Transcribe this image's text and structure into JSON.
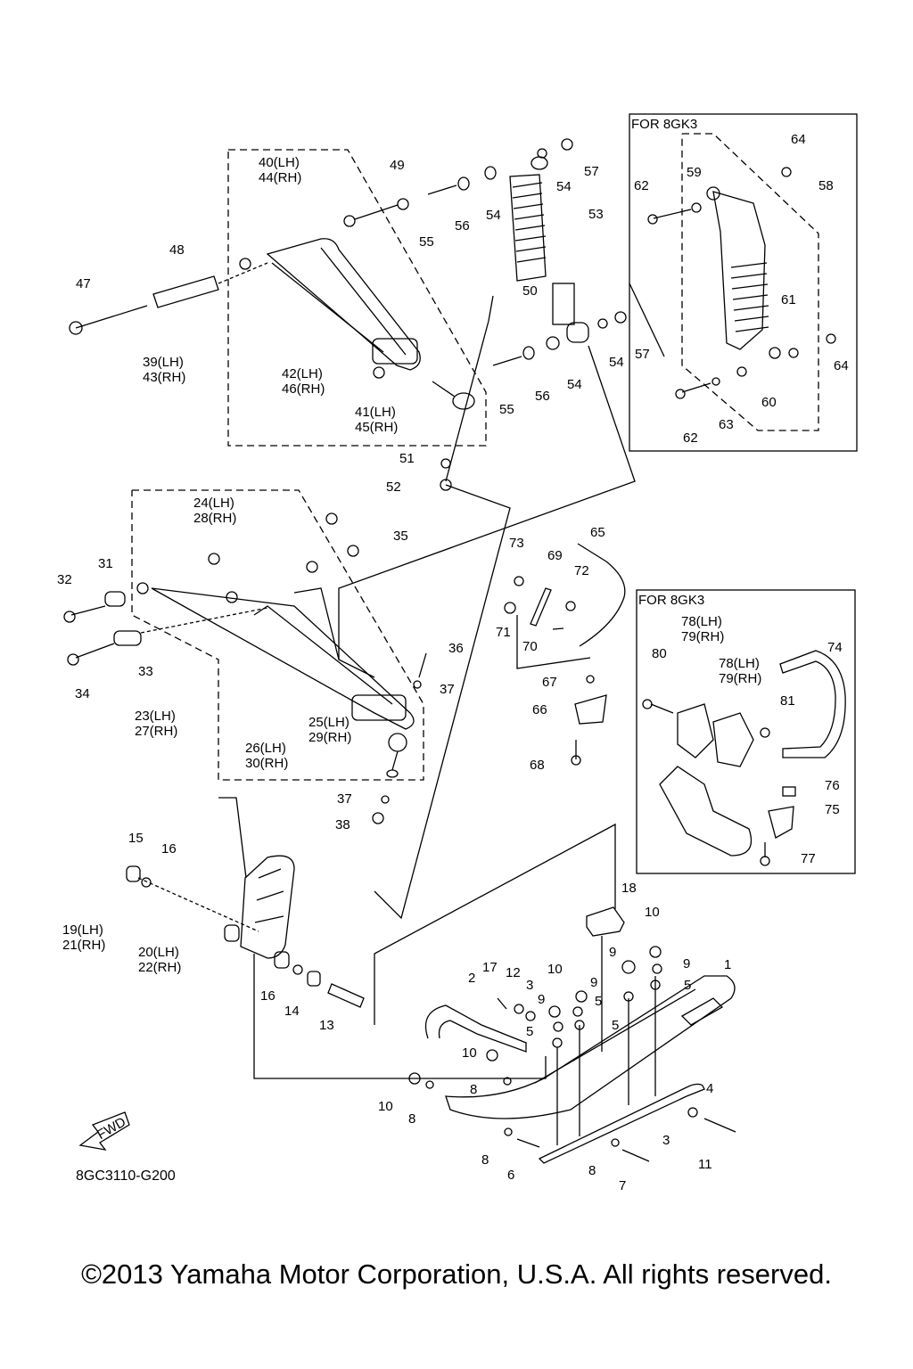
{
  "diagram_code": "8GC3110-G200",
  "copyright": "©2013 Yamaha Motor Corporation, U.S.A. All rights reserved.",
  "fwd_label": "FWD",
  "insets": [
    {
      "id": "shock",
      "title": "FOR 8GK3"
    },
    {
      "id": "ski",
      "title": "FOR 8GK3"
    }
  ],
  "callouts": [
    {
      "id": "40lh",
      "text": "40(LH)"
    },
    {
      "id": "44rh",
      "text": "44(RH)"
    },
    {
      "id": "49",
      "text": "49"
    },
    {
      "id": "57a",
      "text": "57"
    },
    {
      "id": "54a",
      "text": "54"
    },
    {
      "id": "54b",
      "text": "54"
    },
    {
      "id": "56a",
      "text": "56"
    },
    {
      "id": "55a",
      "text": "55"
    },
    {
      "id": "53",
      "text": "53"
    },
    {
      "id": "48",
      "text": "48"
    },
    {
      "id": "47",
      "text": "47"
    },
    {
      "id": "50",
      "text": "50"
    },
    {
      "id": "39lh",
      "text": "39(LH)"
    },
    {
      "id": "43rh",
      "text": "43(RH)"
    },
    {
      "id": "42lh",
      "text": "42(LH)"
    },
    {
      "id": "46rh",
      "text": "46(RH)"
    },
    {
      "id": "41lh",
      "text": "41(LH)"
    },
    {
      "id": "45rh",
      "text": "45(RH)"
    },
    {
      "id": "54c",
      "text": "54"
    },
    {
      "id": "57b",
      "text": "57"
    },
    {
      "id": "54d",
      "text": "54"
    },
    {
      "id": "56b",
      "text": "56"
    },
    {
      "id": "55b",
      "text": "55"
    },
    {
      "id": "51",
      "text": "51"
    },
    {
      "id": "52",
      "text": "52"
    },
    {
      "id": "64a",
      "text": "64"
    },
    {
      "id": "62a",
      "text": "62"
    },
    {
      "id": "59",
      "text": "59"
    },
    {
      "id": "58",
      "text": "58"
    },
    {
      "id": "61",
      "text": "61"
    },
    {
      "id": "64b",
      "text": "64"
    },
    {
      "id": "60",
      "text": "60"
    },
    {
      "id": "63",
      "text": "63"
    },
    {
      "id": "62b",
      "text": "62"
    },
    {
      "id": "24lh",
      "text": "24(LH)"
    },
    {
      "id": "28rh",
      "text": "28(RH)"
    },
    {
      "id": "35",
      "text": "35"
    },
    {
      "id": "31",
      "text": "31"
    },
    {
      "id": "32",
      "text": "32"
    },
    {
      "id": "33",
      "text": "33"
    },
    {
      "id": "34",
      "text": "34"
    },
    {
      "id": "36",
      "text": "36"
    },
    {
      "id": "37a",
      "text": "37"
    },
    {
      "id": "23lh",
      "text": "23(LH)"
    },
    {
      "id": "27rh",
      "text": "27(RH)"
    },
    {
      "id": "25lh",
      "text": "25(LH)"
    },
    {
      "id": "29rh",
      "text": "29(RH)"
    },
    {
      "id": "26lh",
      "text": "26(LH)"
    },
    {
      "id": "30rh",
      "text": "30(RH)"
    },
    {
      "id": "37b",
      "text": "37"
    },
    {
      "id": "38",
      "text": "38"
    },
    {
      "id": "73",
      "text": "73"
    },
    {
      "id": "65",
      "text": "65"
    },
    {
      "id": "69",
      "text": "69"
    },
    {
      "id": "72",
      "text": "72"
    },
    {
      "id": "71",
      "text": "71"
    },
    {
      "id": "70",
      "text": "70"
    },
    {
      "id": "67",
      "text": "67"
    },
    {
      "id": "66",
      "text": "66"
    },
    {
      "id": "68",
      "text": "68"
    },
    {
      "id": "78lh",
      "text": "78(LH)"
    },
    {
      "id": "79rh",
      "text": "79(RH)"
    },
    {
      "id": "74",
      "text": "74"
    },
    {
      "id": "80",
      "text": "80"
    },
    {
      "id": "78lhb",
      "text": "78(LH)"
    },
    {
      "id": "79rhb",
      "text": "79(RH)"
    },
    {
      "id": "81",
      "text": "81"
    },
    {
      "id": "76",
      "text": "76"
    },
    {
      "id": "75",
      "text": "75"
    },
    {
      "id": "77",
      "text": "77"
    },
    {
      "id": "15",
      "text": "15"
    },
    {
      "id": "16a",
      "text": "16"
    },
    {
      "id": "19lh",
      "text": "19(LH)"
    },
    {
      "id": "21rh",
      "text": "21(RH)"
    },
    {
      "id": "20lh",
      "text": "20(LH)"
    },
    {
      "id": "22rh",
      "text": "22(RH)"
    },
    {
      "id": "16b",
      "text": "16"
    },
    {
      "id": "14",
      "text": "14"
    },
    {
      "id": "13",
      "text": "13"
    },
    {
      "id": "18",
      "text": "18"
    },
    {
      "id": "10a",
      "text": "10"
    },
    {
      "id": "9a",
      "text": "9"
    },
    {
      "id": "9b",
      "text": "9"
    },
    {
      "id": "1",
      "text": "1"
    },
    {
      "id": "5a",
      "text": "5"
    },
    {
      "id": "17",
      "text": "17"
    },
    {
      "id": "12",
      "text": "12"
    },
    {
      "id": "10b",
      "text": "10"
    },
    {
      "id": "2",
      "text": "2"
    },
    {
      "id": "3a",
      "text": "3"
    },
    {
      "id": "9c",
      "text": "9"
    },
    {
      "id": "9d",
      "text": "9"
    },
    {
      "id": "5b",
      "text": "5"
    },
    {
      "id": "5c",
      "text": "5"
    },
    {
      "id": "5d",
      "text": "5"
    },
    {
      "id": "10c",
      "text": "10"
    },
    {
      "id": "8a",
      "text": "8"
    },
    {
      "id": "10d",
      "text": "10"
    },
    {
      "id": "8b",
      "text": "8"
    },
    {
      "id": "4",
      "text": "4"
    },
    {
      "id": "3b",
      "text": "3"
    },
    {
      "id": "11",
      "text": "11"
    },
    {
      "id": "8c",
      "text": "8"
    },
    {
      "id": "6",
      "text": "6"
    },
    {
      "id": "8d",
      "text": "8"
    },
    {
      "id": "7",
      "text": "7"
    }
  ]
}
